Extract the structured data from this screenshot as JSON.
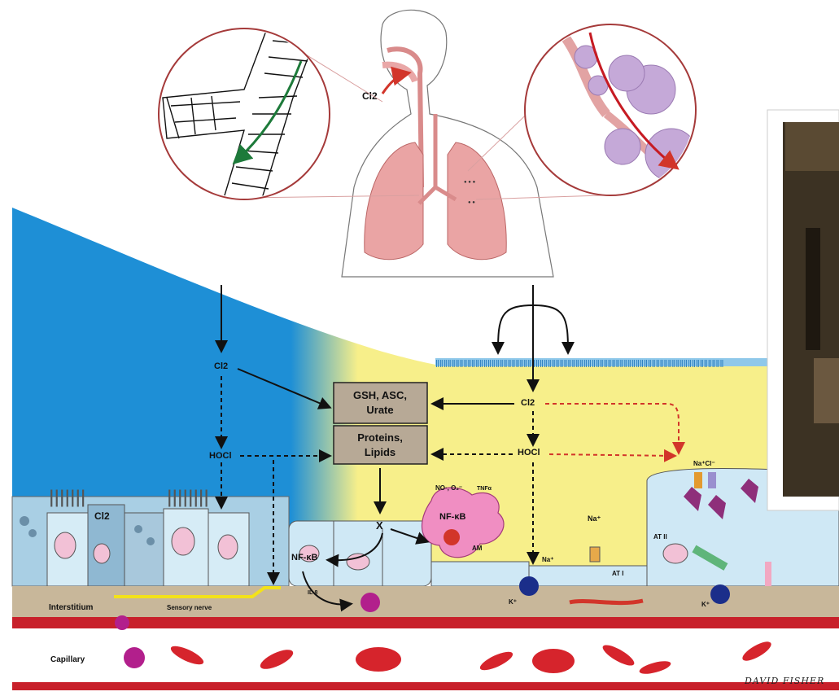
{
  "diagram": {
    "agent_upper_airway": "Cl2",
    "agent_airway_lumen": "Cl2",
    "agent_alveolus": "Cl2",
    "agent_epithelium": "Cl2",
    "hypochlorous_left": "HOCl",
    "hypochlorous_right": "HOCl",
    "antioxidant_box": "GSH, ASC,\nUrate",
    "antioxidant_line1": "GSH, ASC,",
    "antioxidant_line2": "Urate",
    "target_line1": "Proteins,",
    "target_line2": "Lipids",
    "product": "X",
    "nfkb_epithelial": "NF-κB",
    "nfkb_macrophage": "NF-κB",
    "macrophage": "AM",
    "macrophage_products": "NO·, O₂⁻",
    "tnf": "TNFα",
    "interleukin": "IL-8",
    "sodium_channel": "Na⁺",
    "sodium_channel_2": "Na⁺",
    "potassium": "K⁺",
    "potassium_2": "K⁺",
    "sodium_chloride": "Na⁺Cl⁻",
    "type1_cell": "AT I",
    "type2_cell": "AT II",
    "interstitium": "Interstitium",
    "sensory_nerve": "Sensory nerve",
    "capillary": "Capillary",
    "artist_signature": "DAVID FISHER"
  },
  "colors": {
    "lumen_blue": "#1e8fd6",
    "alveolar_yellow": "#f7ef8a",
    "epithelium_light": "#cfe8f5",
    "interstitium_tan": "#c8b79a",
    "capillary_red": "#c8202a",
    "box_gray": "#b7a996",
    "arrow_red": "#d2352a",
    "nerve_yellow": "#f3e21a"
  }
}
